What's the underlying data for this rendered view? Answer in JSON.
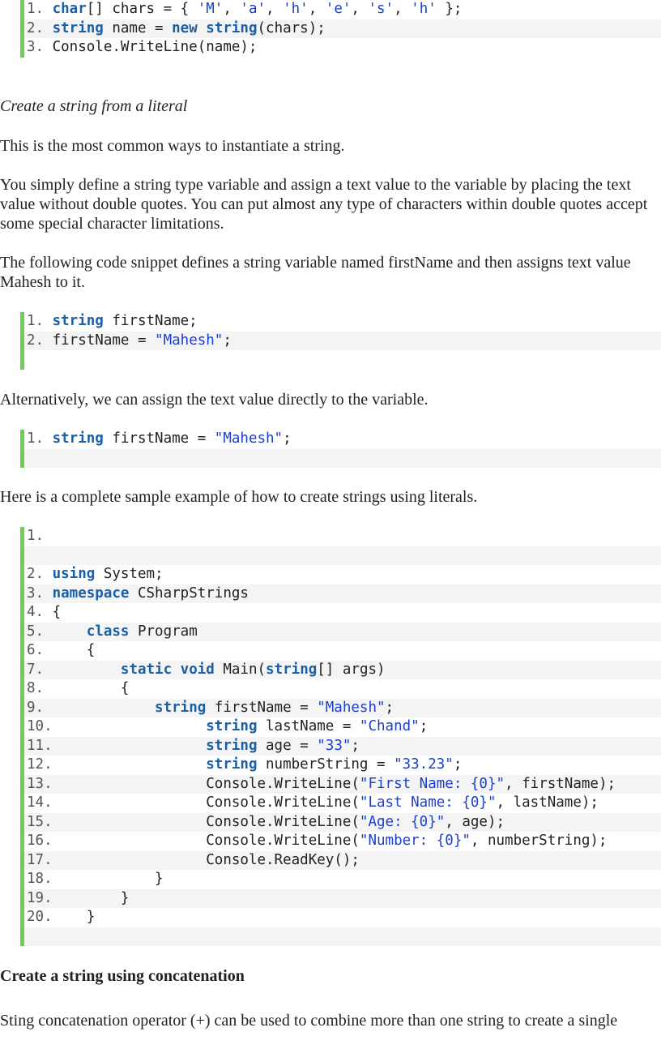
{
  "snippet1": [
    [
      [
        "num",
        "1. "
      ],
      [
        "kw",
        "char"
      ],
      [
        "pl",
        "[] chars = { "
      ],
      [
        "str",
        "'M'"
      ],
      [
        "pl",
        ", "
      ],
      [
        "str",
        "'a'"
      ],
      [
        "pl",
        ", "
      ],
      [
        "str",
        "'h'"
      ],
      [
        "pl",
        ", "
      ],
      [
        "str",
        "'e'"
      ],
      [
        "pl",
        ", "
      ],
      [
        "str",
        "'s'"
      ],
      [
        "pl",
        ", "
      ],
      [
        "str",
        "'h'"
      ],
      [
        "pl",
        " };"
      ]
    ],
    [
      [
        "num",
        "2. "
      ],
      [
        "kw",
        "string"
      ],
      [
        "pl",
        " name = "
      ],
      [
        "kw",
        "new"
      ],
      [
        "pl",
        " "
      ],
      [
        "kw",
        "string"
      ],
      [
        "pl",
        "(chars);"
      ]
    ],
    [
      [
        "num",
        "3. "
      ],
      [
        "pl",
        "Console.WriteLine(name);"
      ]
    ]
  ],
  "heading_literal": "Create a string from a literal",
  "para_common": "This is the most common ways to instantiate a string.",
  "para_define": "You simply define a string type variable and assign a text value to the variable by placing the text value without double quotes. You can put almost any type of characters within double quotes accept some special character limitations.",
  "para_following": "The following code snippet defines a string variable named firstName and then assigns text value Mahesh to it.",
  "snippet2": [
    [
      [
        "num",
        "1. "
      ],
      [
        "kw",
        "string"
      ],
      [
        "pl",
        " firstName;"
      ]
    ],
    [
      [
        "num",
        "2. "
      ],
      [
        "pl",
        "firstName = "
      ],
      [
        "str",
        "\"Mahesh\""
      ],
      [
        "pl",
        ";"
      ]
    ],
    [
      [
        "pl",
        ""
      ]
    ]
  ],
  "para_alternatively": "Alternatively, we can assign the text value directly to the variable.",
  "snippet3": [
    [
      [
        "num",
        "1. "
      ],
      [
        "kw",
        "string"
      ],
      [
        "pl",
        " firstName = "
      ],
      [
        "str",
        "\"Mahesh\""
      ],
      [
        "pl",
        ";"
      ]
    ],
    [
      [
        "pl",
        ""
      ]
    ]
  ],
  "para_here": "Here is a complete sample example of how to create strings using literals.",
  "snippet4": [
    [
      [
        "num",
        "1."
      ]
    ],
    [
      [
        "pl",
        ""
      ]
    ],
    [
      [
        "num",
        "2. "
      ],
      [
        "kw",
        "using"
      ],
      [
        "pl",
        " System;"
      ]
    ],
    [
      [
        "num",
        "3. "
      ],
      [
        "kw",
        "namespace"
      ],
      [
        "pl",
        " CSharpStrings"
      ]
    ],
    [
      [
        "num",
        "4. "
      ],
      [
        "pl",
        "{"
      ]
    ],
    [
      [
        "num",
        "5.     "
      ],
      [
        "kw",
        "class"
      ],
      [
        "pl",
        " Program"
      ]
    ],
    [
      [
        "num",
        "6.     "
      ],
      [
        "pl",
        "{"
      ]
    ],
    [
      [
        "num",
        "7.         "
      ],
      [
        "kw",
        "static"
      ],
      [
        "pl",
        " "
      ],
      [
        "kw",
        "void"
      ],
      [
        "pl",
        " Main("
      ],
      [
        "kw",
        "string"
      ],
      [
        "pl",
        "[] args)"
      ]
    ],
    [
      [
        "num",
        "8.         "
      ],
      [
        "pl",
        "{"
      ]
    ],
    [
      [
        "num",
        "9.             "
      ],
      [
        "kw",
        "string"
      ],
      [
        "pl",
        " firstName = "
      ],
      [
        "str",
        "\"Mahesh\""
      ],
      [
        "pl",
        ";"
      ]
    ],
    [
      [
        "num",
        "10.                  "
      ],
      [
        "kw",
        "string"
      ],
      [
        "pl",
        " lastName = "
      ],
      [
        "str",
        "\"Chand\""
      ],
      [
        "pl",
        ";"
      ]
    ],
    [
      [
        "num",
        "11.                  "
      ],
      [
        "kw",
        "string"
      ],
      [
        "pl",
        " age = "
      ],
      [
        "str",
        "\"33\""
      ],
      [
        "pl",
        ";"
      ]
    ],
    [
      [
        "num",
        "12.                  "
      ],
      [
        "kw",
        "string"
      ],
      [
        "pl",
        " numberString = "
      ],
      [
        "str",
        "\"33.23\""
      ],
      [
        "pl",
        ";"
      ]
    ],
    [
      [
        "num",
        "13.                  "
      ],
      [
        "pl",
        "Console.WriteLine("
      ],
      [
        "str",
        "\"First Name: {0}\""
      ],
      [
        "pl",
        ", firstName);"
      ]
    ],
    [
      [
        "num",
        "14.                  "
      ],
      [
        "pl",
        "Console.WriteLine("
      ],
      [
        "str",
        "\"Last Name: {0}\""
      ],
      [
        "pl",
        ", lastName);"
      ]
    ],
    [
      [
        "num",
        "15.                  "
      ],
      [
        "pl",
        "Console.WriteLine("
      ],
      [
        "str",
        "\"Age: {0}\""
      ],
      [
        "pl",
        ", age);"
      ]
    ],
    [
      [
        "num",
        "16.                  "
      ],
      [
        "pl",
        "Console.WriteLine("
      ],
      [
        "str",
        "\"Number: {0}\""
      ],
      [
        "pl",
        ", numberString);"
      ]
    ],
    [
      [
        "num",
        "17.                  "
      ],
      [
        "pl",
        "Console.ReadKey();"
      ]
    ],
    [
      [
        "num",
        "18.            "
      ],
      [
        "pl",
        "}"
      ]
    ],
    [
      [
        "num",
        "19.        "
      ],
      [
        "pl",
        "}"
      ]
    ],
    [
      [
        "num",
        "20.    "
      ],
      [
        "pl",
        "}"
      ]
    ],
    [
      [
        "pl",
        ""
      ]
    ]
  ],
  "heading_concat": "Create a string using concatenation",
  "para_concat": "Sting concatenation operator (+) can be used to combine more than one string to create a single"
}
